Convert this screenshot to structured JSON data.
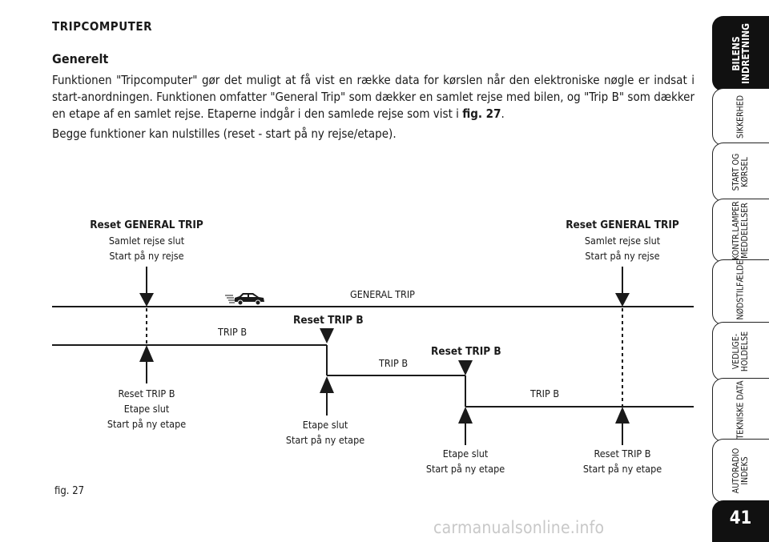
{
  "section_title": "TRIPCOMPUTER",
  "subheading": "Generelt",
  "paragraph1_text": "Funktionen \"Tripcomputer\" gør det muligt at få vist en række data for kørslen når den elektroniske nøgle er indsat i start-anordningen. Funktionen omfatter \"General Trip\" som dækker en samlet rejse med bilen, og \"Trip B\" som dækker en etape af en samlet rejse. Etaperne indgår i den samlede rejse som vist i ",
  "paragraph1_ref": "fig. 27",
  "paragraph1_end": ".",
  "paragraph2": "Begge funktioner kan nulstilles (reset - start på ny rejse/etape).",
  "diagram": {
    "general_trip_label": "GENERAL TRIP",
    "top_left": {
      "title": "Reset GENERAL TRIP",
      "line1": "Samlet rejse slut",
      "line2": "Start på ny rejse"
    },
    "top_right": {
      "title": "Reset GENERAL TRIP",
      "line1": "Samlet rejse slut",
      "line2": "Start på ny rejse"
    },
    "reset_trip_b_1": "Reset TRIP B",
    "reset_trip_b_2": "Reset TRIP B",
    "trip_b_1": "TRIP B",
    "trip_b_2": "TRIP B",
    "trip_b_3": "TRIP B",
    "bottom_left": {
      "line1": "Reset TRIP B",
      "line2": "Etape slut",
      "line3": "Start på ny etape"
    },
    "bottom_mid1": {
      "line1": "Etape slut",
      "line2": "Start på ny etape"
    },
    "bottom_mid2": {
      "line1": "Etape slut",
      "line2": "Start på ny etape"
    },
    "bottom_right": {
      "line1": "Reset TRIP B",
      "line2": "Start på ny etape"
    },
    "car_icon": "car-icon"
  },
  "figure_label": "fig. 27",
  "sidebar": {
    "tabs": [
      {
        "label_line1": "BILENS",
        "label_line2": "INDRETNING",
        "active": true
      },
      {
        "label_line1": "SIKKERHED",
        "label_line2": ""
      },
      {
        "label_line1": "START OG",
        "label_line2": "KØRSEL"
      },
      {
        "label_line1": "KONTR.LAMPER",
        "label_line2": "MEDDELELSER"
      },
      {
        "label_line1": "I NØDSTILFÆLDE",
        "label_line2": ""
      },
      {
        "label_line1": "VEDLIGE-",
        "label_line2": "HOLDELSE"
      },
      {
        "label_line1": "TEKNISKE DATA",
        "label_line2": ""
      },
      {
        "label_line1": "AUTORADIO",
        "label_line2": "INDEKS"
      }
    ],
    "page_number": "41"
  },
  "watermark": "carmanualsonline.info"
}
